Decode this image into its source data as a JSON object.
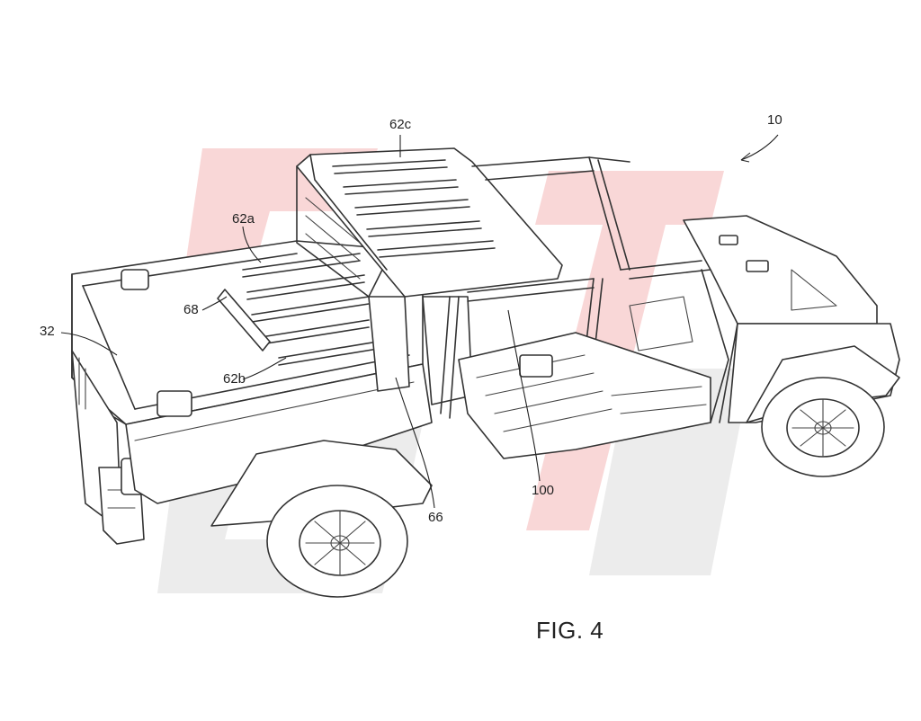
{
  "figure": {
    "title": "FIG. 4",
    "watermark_colors": {
      "red": "#f7c9c9",
      "gray": "#e6e6e6"
    }
  },
  "reference_numerals": {
    "vehicle": "10",
    "bed": "32",
    "top_panel": "62c",
    "side_panel_upper": "62a",
    "side_panel_lower": "62b",
    "support": "68",
    "pillar": "66",
    "floor_structure": "100"
  }
}
